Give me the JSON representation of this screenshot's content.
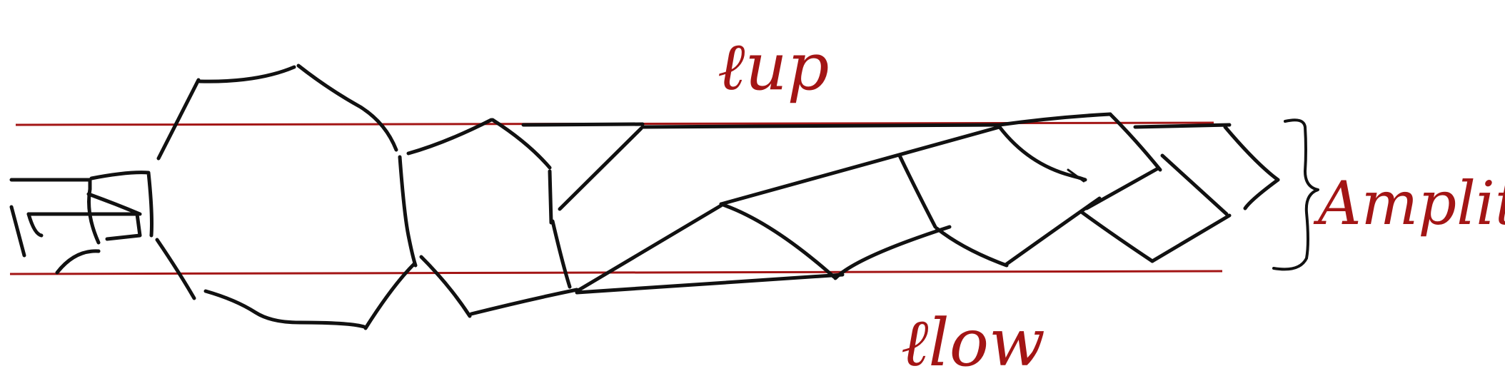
{
  "colors": {
    "background": "#ffffff",
    "ink": "#111111",
    "red": "#a31515"
  },
  "labels": {
    "upper_limit": "ℓup",
    "lower_limit": "ℓlow",
    "amplitude": "Amplitude"
  }
}
